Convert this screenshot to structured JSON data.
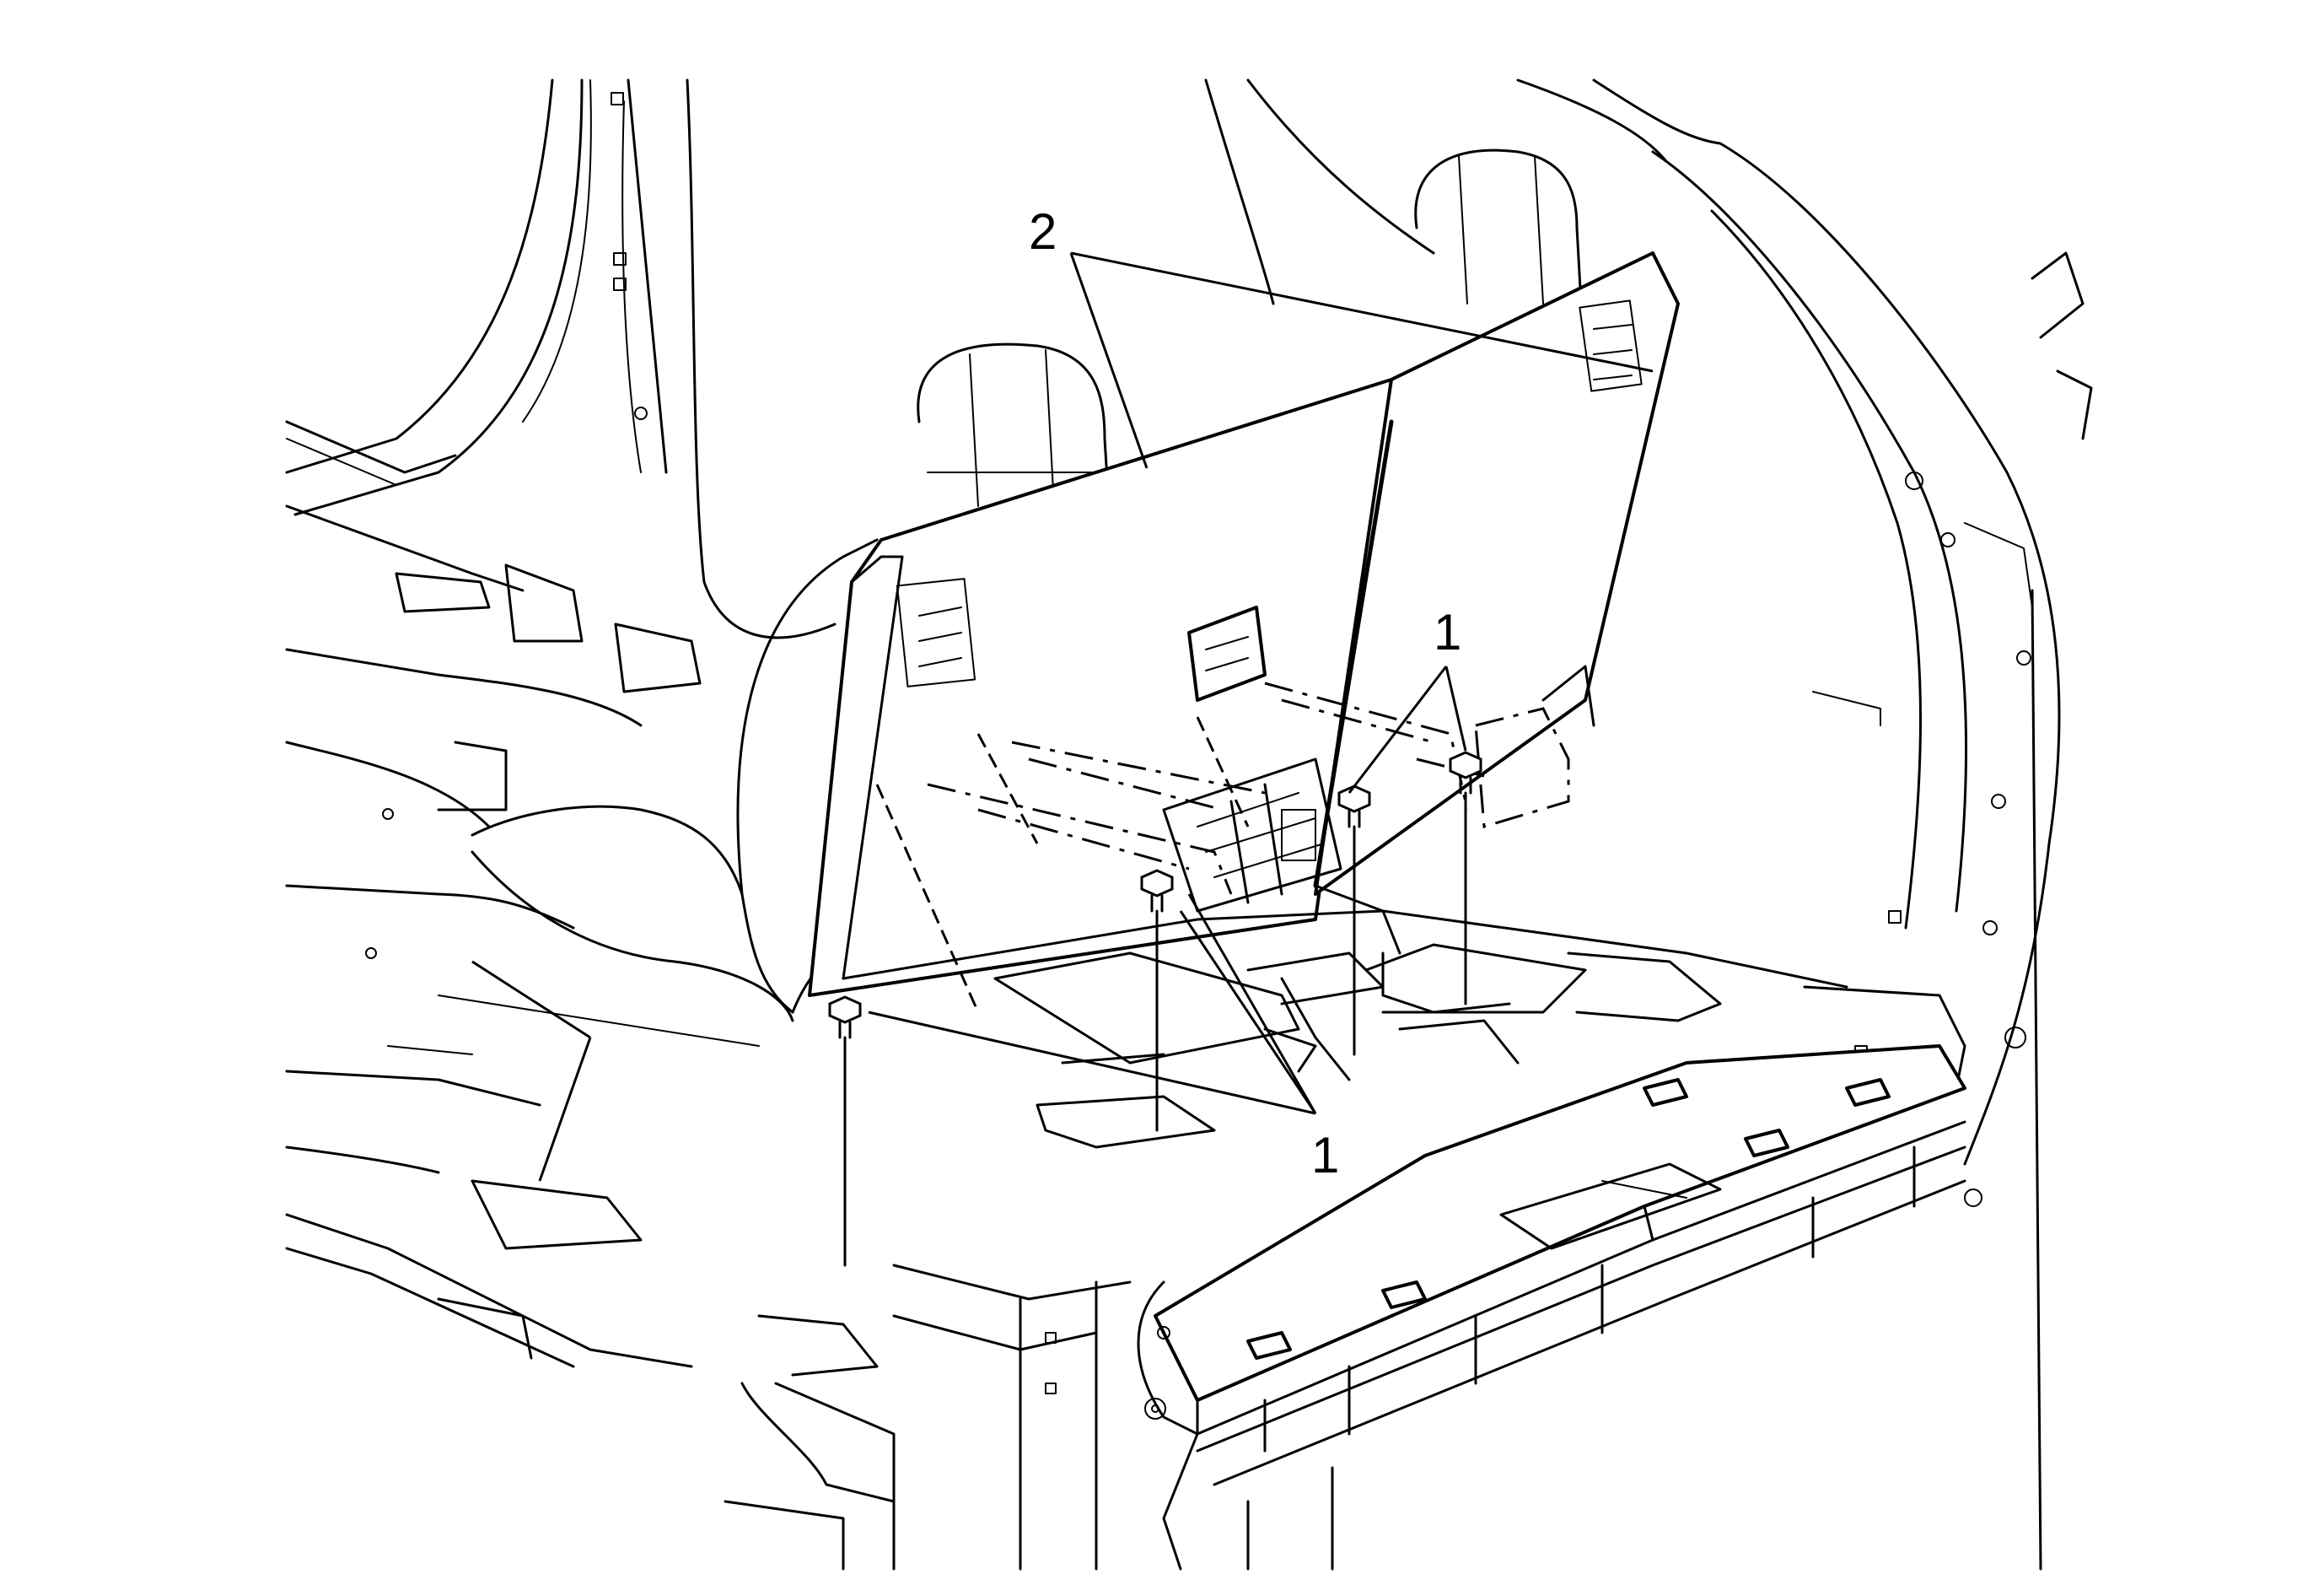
{
  "diagram": {
    "callouts": [
      {
        "id": "fasteners-upper",
        "label": "1"
      },
      {
        "id": "fasteners-lower",
        "label": "1"
      },
      {
        "id": "panels",
        "label": "2"
      }
    ]
  }
}
